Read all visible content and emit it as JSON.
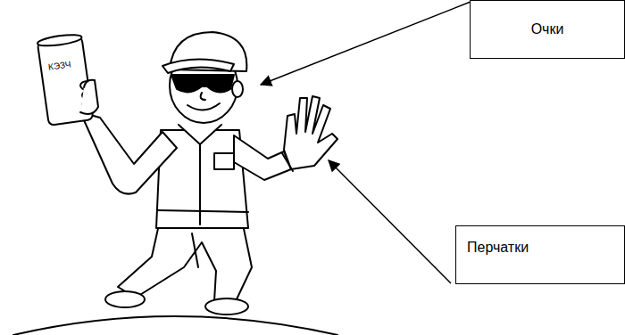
{
  "diagram": {
    "nodes": [
      {
        "text": [
          "Очки"
        ]
      },
      {
        "text": [
          "Перчатки"
        ]
      }
    ],
    "labels": [
      "КЭЗЧ"
    ]
  }
}
